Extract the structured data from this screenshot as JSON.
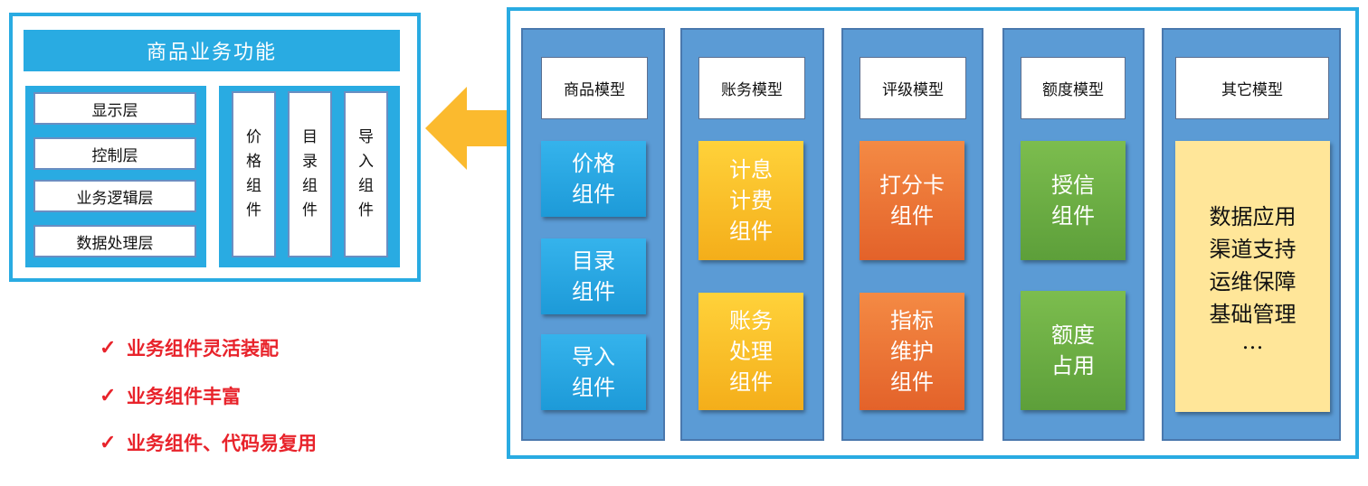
{
  "left": {
    "title": "商品业务功能",
    "layers": [
      "显示层",
      "控制层",
      "业务逻辑层",
      "数据处理层"
    ],
    "components": [
      [
        "价",
        "格",
        "组",
        "件"
      ],
      [
        "目",
        "录",
        "组",
        "件"
      ],
      [
        "导",
        "入",
        "组",
        "件"
      ]
    ]
  },
  "bullets": [
    {
      "check": "✓",
      "text": "业务组件灵活装配"
    },
    {
      "check": "✓",
      "text": "业务组件丰富"
    },
    {
      "check": "✓",
      "text": "业务组件、代码易复用"
    }
  ],
  "models": [
    {
      "title": "商品模型",
      "cards": [
        [
          "价格",
          "组件"
        ],
        [
          "目录",
          "组件"
        ],
        [
          "导入",
          "组件"
        ]
      ]
    },
    {
      "title": "账务模型",
      "cards": [
        [
          "计息",
          "计费",
          "组件"
        ],
        [
          "账务",
          "处理",
          "组件"
        ]
      ]
    },
    {
      "title": "评级模型",
      "cards": [
        [
          "打分卡",
          "组件"
        ],
        [
          "指标",
          "维护",
          "组件"
        ]
      ]
    },
    {
      "title": "额度模型",
      "cards": [
        [
          "授信",
          "组件"
        ],
        [
          "额度",
          "占用"
        ]
      ]
    },
    {
      "title": "其它模型",
      "cards": [
        [
          "数据应用",
          "渠道支持",
          "运维保障",
          "基础管理",
          "…"
        ]
      ]
    }
  ],
  "colors": {
    "frame": "#29ABE2",
    "column": "#5B9BD5",
    "arrow": "#FBBA2E",
    "bullet": "#E8232B"
  }
}
